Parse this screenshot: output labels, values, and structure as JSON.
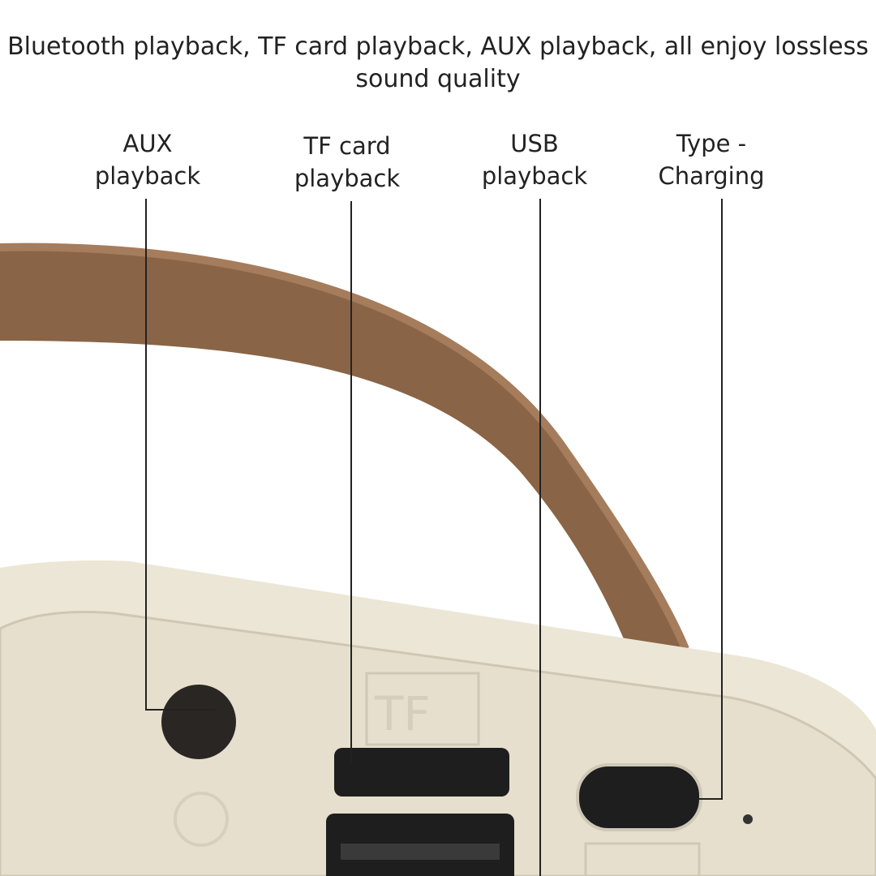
{
  "headline": "Bluetooth playback, TF card playback, AUX playback, all enjoy lossless sound quality",
  "callouts": [
    {
      "line1": "AUX",
      "line2": "playback"
    },
    {
      "line1": "TF card",
      "line2": "playback"
    },
    {
      "line1": "USB",
      "line2": "playback"
    },
    {
      "line1": "Type -",
      "line2": "Charging"
    }
  ],
  "device": {
    "tf_marking": "TF",
    "colors": {
      "body": "#ece6d6",
      "handle": "#8a6446",
      "port": "#1e1e1e"
    }
  }
}
